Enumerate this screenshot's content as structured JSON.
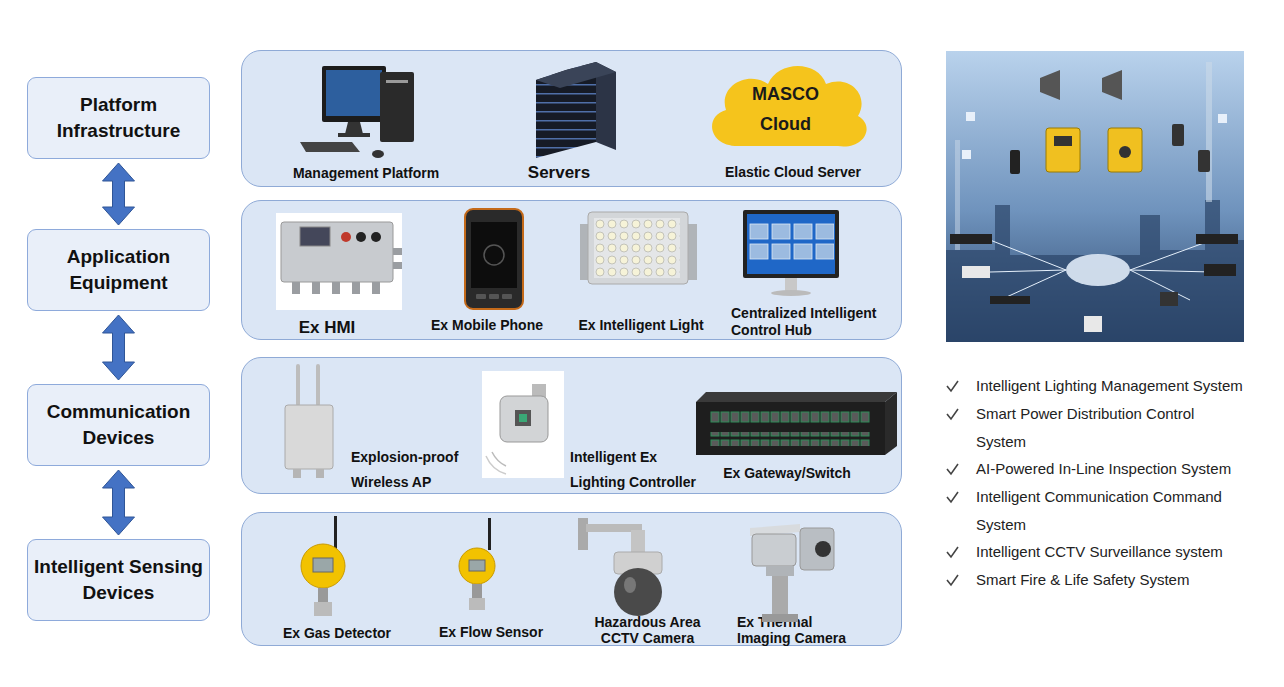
{
  "diagram": {
    "nodes": [
      {
        "text": [
          "Platform Infrastructure"
        ]
      },
      {
        "text": [
          "Management Platform",
          "Servers",
          "Elastic Cloud Server"
        ]
      },
      {
        "text": [
          "MASCO Cloud"
        ],
        "in": 1
      },
      {
        "text": [
          "Application Equipment"
        ]
      },
      {
        "text": [
          "Ex HMI",
          "Ex Mobile Phone",
          "Ex Intelligent Light",
          "Centralized Intelligent Control Hub"
        ]
      },
      {
        "text": [
          "Communication Devices"
        ]
      },
      {
        "text": [
          "Explosion-proof Wireless AP",
          "Intelligent Ex Lighting Controller",
          "Ex Gateway/Switch"
        ]
      },
      {
        "text": [
          "Intelligent Sensing Devices"
        ]
      },
      {
        "text": [
          "Ex Gas Detector",
          "Ex Flow Sensor",
          "Hazardous Area CCTV Camera",
          "Ex Thermal Imaging Camera"
        ]
      }
    ],
    "edges": [
      {
        "from": 0,
        "to": 3,
        "arrow": "both"
      },
      {
        "from": 3,
        "to": 5,
        "arrow": "both"
      },
      {
        "from": 5,
        "to": 7,
        "arrow": "both"
      }
    ],
    "labels": [
      "Intelligent Lighting Management System",
      "Smart Power Distribution Control System",
      "AI-Powered In-Line Inspection System",
      "Intelligent Communication Command System",
      "Intelligent CCTV Surveillance system",
      "Smart Fire & Life Safety System"
    ]
  }
}
